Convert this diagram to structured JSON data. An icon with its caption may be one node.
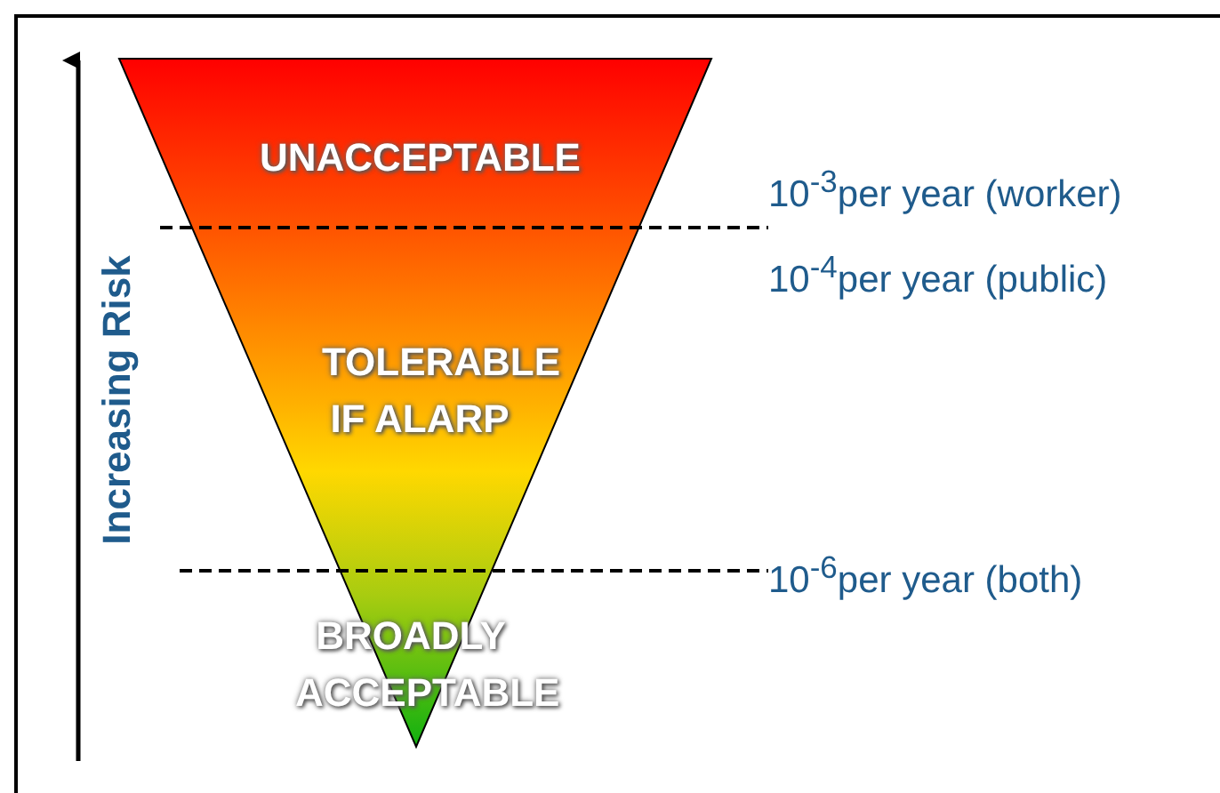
{
  "diagram": {
    "labels": [
      "Increasing Risk",
      "UNACCEPTABLE",
      "TOLERABLE IF ALARP",
      "BROADLY ACCEPTABLE",
      "10$^{-3}$per year (worker)",
      "10$^{-4}$per year (public)",
      "10$^{-6}$per year (both)"
    ]
  }
}
